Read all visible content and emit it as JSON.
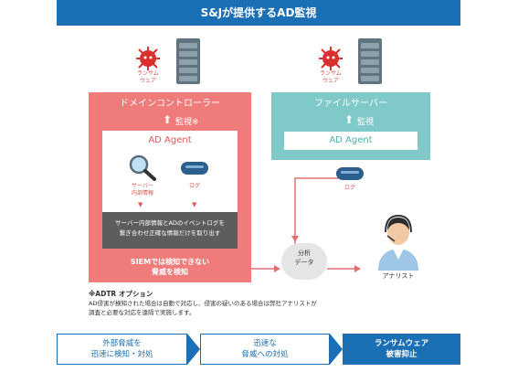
{
  "header": {
    "title": "S&Jが提供するAD監視"
  },
  "threats": [
    {
      "label_line1": "ランサム",
      "label_line2": "ウェア"
    },
    {
      "label_line1": "ランサム",
      "label_line2": "ウェア"
    }
  ],
  "domain_controller": {
    "title": "ドメインコントローラー",
    "monitor_label": "監視※",
    "agent_label": "AD Agent",
    "sources": [
      {
        "label_line1": "サーバー",
        "label_line2": "内部情報"
      },
      {
        "label_line1": "ログ",
        "label_line2": ""
      }
    ],
    "correlation_line1": "サーバー内部情報とADのイベントログを",
    "correlation_line2": "繋ぎ合わせ正確な情報だけを取り出す",
    "siem_line1": "SIEMでは検知できない",
    "siem_line2": "脅威を検知"
  },
  "file_server": {
    "title": "ファイルサーバー",
    "monitor_label": "監視",
    "agent_label": "AD Agent",
    "log_label": "ログ"
  },
  "analysis": {
    "line1": "分析",
    "line2": "データ"
  },
  "analyst": {
    "label": "アナリスト"
  },
  "adtr_option": {
    "title": "※ADTR オプション",
    "line1": "AD侵害が検知された場合は自動で対応し、侵害の疑いのある場合は弊社アナリストが",
    "line2": "調査と必要な対応を遠隔で実施します。"
  },
  "steps": [
    {
      "line1": "外部脅威を",
      "line2": "迅速に検知・対処"
    },
    {
      "line1": "迅速な",
      "line2": "脅威への対処"
    },
    {
      "line1": "ランサムウェア",
      "line2": "被害抑止"
    }
  ]
}
